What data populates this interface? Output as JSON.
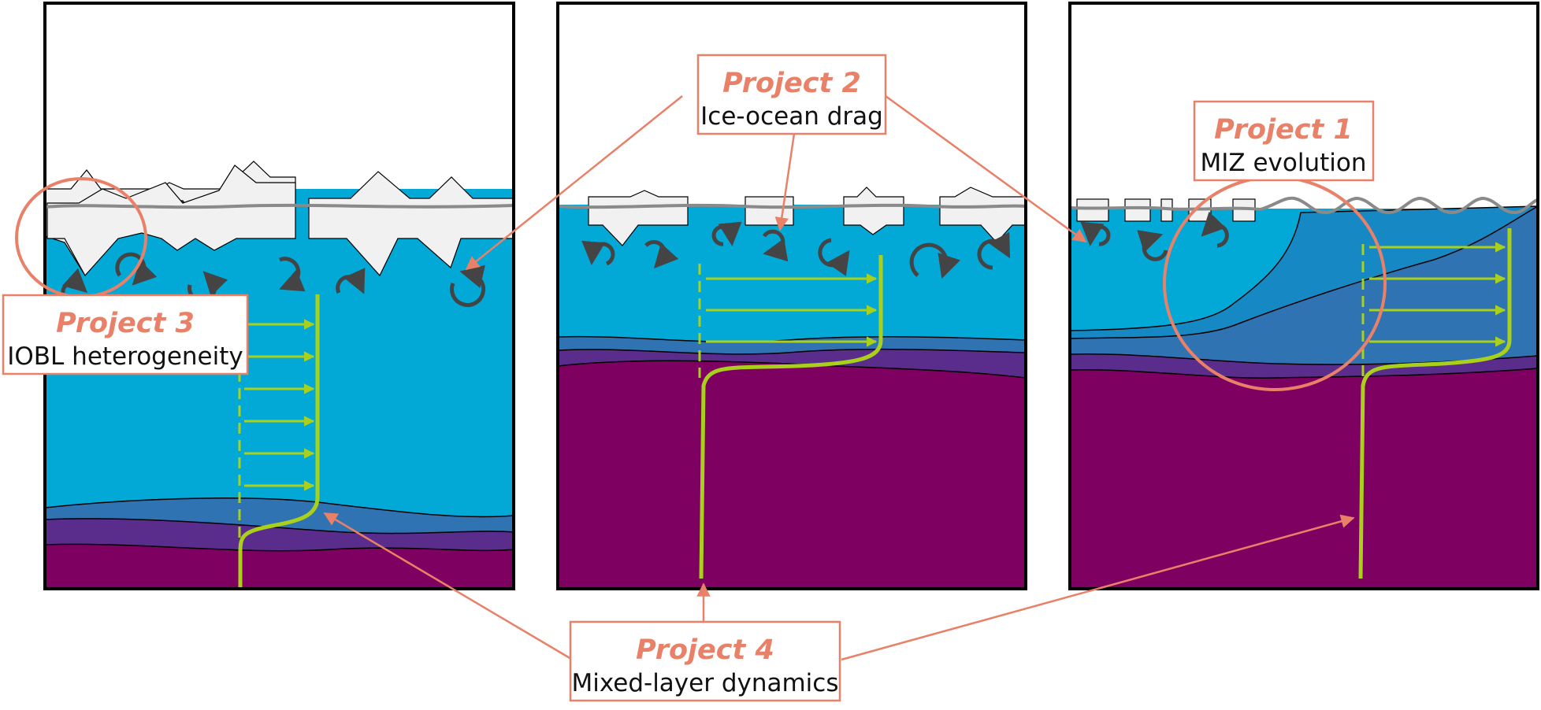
{
  "colors": {
    "accent": "#e98068",
    "ocean": "#02a9d7",
    "deep": "#7e0060",
    "transition_blue": "#2f73b3",
    "transition_violet": "#5a2d8c",
    "miz_water": "#1689c4",
    "velocity_profile": "#a9d11c",
    "ice": "#f1f1f1",
    "waterline": "#8a8a8a",
    "eddy": "#444444"
  },
  "labels": {
    "project1": {
      "title": "Project 1",
      "subtitle": "MIZ evolution"
    },
    "project2": {
      "title": "Project 2",
      "subtitle": "Ice-ocean drag"
    },
    "project3": {
      "title": "Project 3",
      "subtitle": "IOBL heterogeneity"
    },
    "project4": {
      "title": "Project 4",
      "subtitle": "Mixed-layer dynamics"
    }
  },
  "panels": [
    {
      "name": "pack-ice",
      "ice_cover": "thick ridged ice"
    },
    {
      "name": "broken-ice",
      "ice_cover": "ice floes"
    },
    {
      "name": "marginal-ice-zone",
      "ice_cover": "small floes and waves"
    }
  ],
  "icons": [
    "eddy-icon",
    "velocity-arrow-icon"
  ]
}
